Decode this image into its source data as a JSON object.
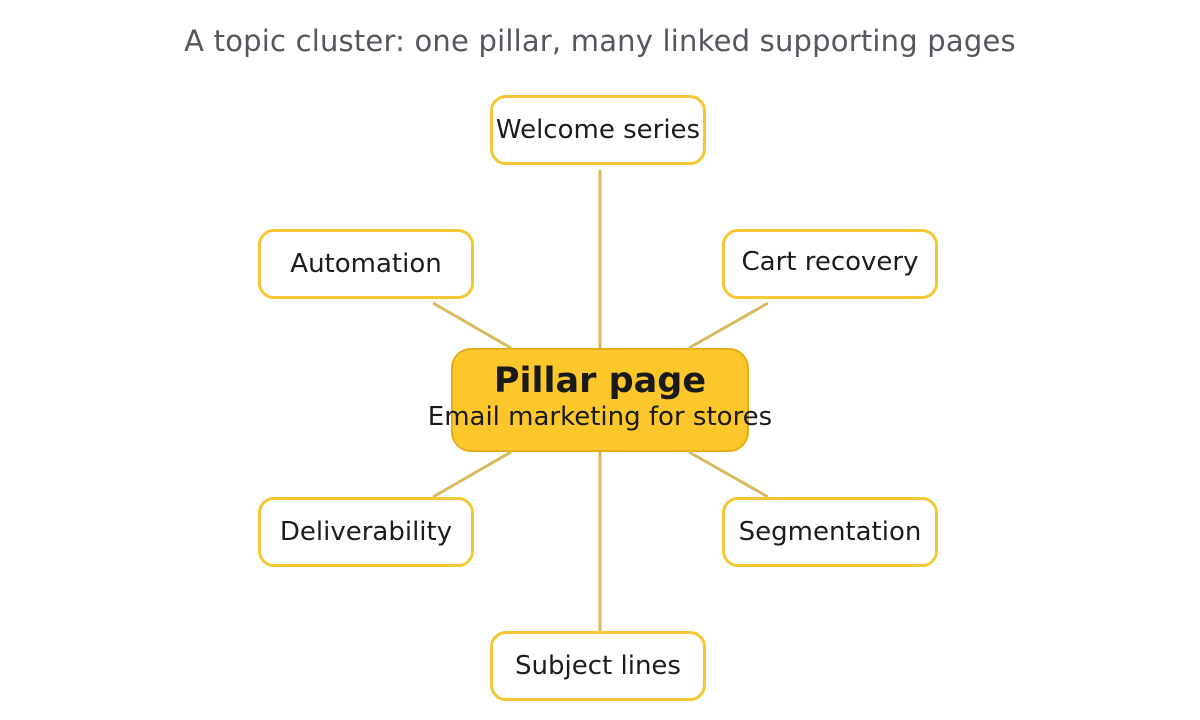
{
  "title": "A topic cluster: one pillar, many linked supporting pages",
  "colors": {
    "pillar_fill": "#fcc72a",
    "pillar_border": "#e2ae1a",
    "node_border": "#f5c737",
    "link": "#d9b95c",
    "title_text": "#55565e"
  },
  "pillar": {
    "title": "Pillar page",
    "subtitle": "Email marketing for stores"
  },
  "supporting_pages": [
    {
      "label": "Welcome series"
    },
    {
      "label": "Automation"
    },
    {
      "label": "Cart recovery"
    },
    {
      "label": "Deliverability"
    },
    {
      "label": "Segmentation"
    },
    {
      "label": "Subject lines"
    }
  ]
}
